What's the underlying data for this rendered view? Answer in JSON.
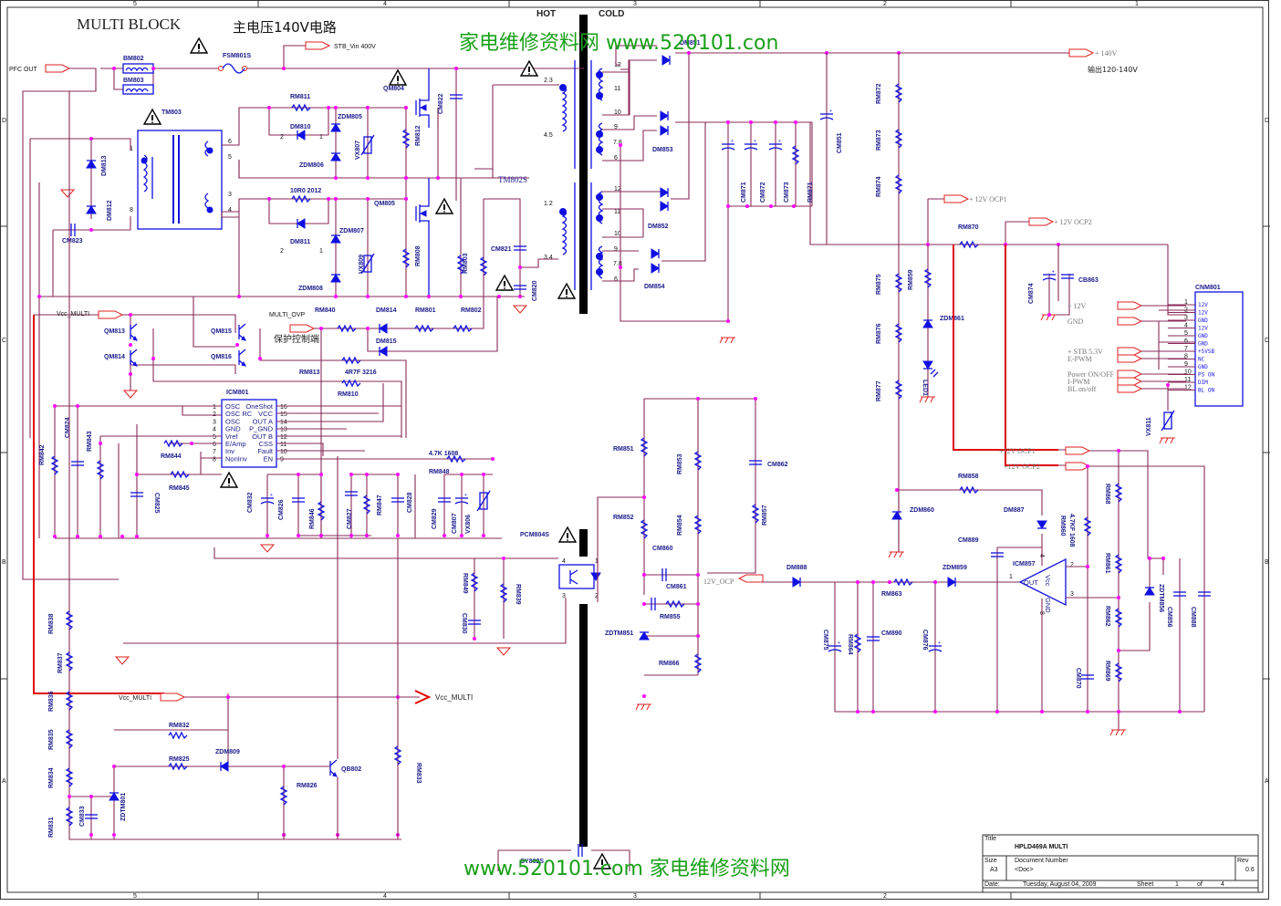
{
  "header": {
    "title": "MULTI BLOCK",
    "title_cn": "主电压140V电路",
    "hot_label": "HOT",
    "cold_label": "COLD"
  },
  "watermarks": {
    "top": "家电维修资料网    www.520101.con",
    "bottom": "www.520101.com  家电维修资料网"
  },
  "frame": {
    "col_markers": [
      "5",
      "4",
      "3",
      "2",
      "1"
    ],
    "row_markers": [
      "D",
      "C",
      "B",
      "A"
    ]
  },
  "nets": {
    "pfc_out": "PFC OUT",
    "stb_vin": "STB_Vin  400V",
    "plus140": "+ 140V",
    "output_range": "输出120-140V",
    "ocp1": "+ 12V OCP1",
    "ocp2": "+ 12V OCP2",
    "ocp1_in": "+12V OCP1",
    "ocp2_in": "+12V OCP2",
    "vcc_multi": "Vcc_MULTI",
    "vcc_multi_out": "Vcc_MULTI",
    "multi_ovp": "MULTI_OVP",
    "protect": "保护控制端",
    "ocp12": "12V_OCP"
  },
  "connector": {
    "ref": "CNM801",
    "inputs": [
      "+ 12V",
      "GND",
      "+ STB 5.3V",
      "E-PWM",
      "Power ON/OFF",
      "I-PWM",
      "BL on/off"
    ],
    "pins": [
      {
        "num": "1",
        "name": "12V"
      },
      {
        "num": "2",
        "name": "12V"
      },
      {
        "num": "3",
        "name": "GND"
      },
      {
        "num": "4",
        "name": "12V"
      },
      {
        "num": "5",
        "name": "GND"
      },
      {
        "num": "6",
        "name": "GND"
      },
      {
        "num": "7",
        "name": "+5VSB"
      },
      {
        "num": "8",
        "name": "NC"
      },
      {
        "num": "9",
        "name": "GND"
      },
      {
        "num": "10",
        "name": "PS ON"
      },
      {
        "num": "11",
        "name": "DIM"
      },
      {
        "num": "12",
        "name": "BL ON"
      }
    ]
  },
  "ic": {
    "ref": "ICM801",
    "left_pins": [
      {
        "num": "1",
        "name": "OSC"
      },
      {
        "num": "2",
        "name": "OSC RC"
      },
      {
        "num": "3",
        "name": "OSC"
      },
      {
        "num": "4",
        "name": "GND"
      },
      {
        "num": "5",
        "name": "Vref"
      },
      {
        "num": "6",
        "name": "E/Amp"
      },
      {
        "num": "7",
        "name": "Inv"
      },
      {
        "num": "8",
        "name": "NonInv"
      }
    ],
    "right_pins": [
      {
        "num": "16",
        "name": "OneShot"
      },
      {
        "num": "15",
        "name": "VCC"
      },
      {
        "num": "14",
        "name": "OUT A"
      },
      {
        "num": "13",
        "name": "P_GND"
      },
      {
        "num": "12",
        "name": "OUT B"
      },
      {
        "num": "11",
        "name": "CSS"
      },
      {
        "num": "10",
        "name": "Fault"
      },
      {
        "num": "9",
        "name": "EN"
      }
    ]
  },
  "opamp": {
    "ref": "ICM857",
    "out": "OUT",
    "vcc": "Vcc",
    "gnd": "GND",
    "pins": [
      "1",
      "2",
      "3",
      "4",
      "8"
    ]
  },
  "components": {
    "BM802": "BM802",
    "BM803": "BM803",
    "FSM801S": "FSM801S",
    "TM803": "TM803",
    "QM804": "QM804",
    "QM805": "QM805",
    "RM811": "RM811",
    "DM810": "DM810",
    "ZDM805": "ZDM805",
    "ZDM806": "ZDM806",
    "VX807": "VX807",
    "RM812": "RM812",
    "CM822": "CM822",
    "R10R0": "10R0 2012",
    "DM811": "DM811",
    "ZDM807": "ZDM807",
    "ZDM808": "ZDM808",
    "VX809": "VX809",
    "RM808": "RM808",
    "RM803": "RM803",
    "CM821": "CM821",
    "CM820": "CM820",
    "DM813": "DM813",
    "DM812": "DM812",
    "CM823": "CM823",
    "TM802S": "TM802S",
    "RM840": "RM840",
    "DM814": "DM814",
    "RM801": "RM801",
    "RM802": "RM802",
    "DM815": "DM815",
    "QM813": "QM813",
    "QM814": "QM814",
    "QM815": "QM815",
    "QM816": "QM816",
    "RM813": "RM813",
    "R4R7F": "4R7F 3216",
    "RM810": "RM810",
    "CM824": "CM824",
    "RM842": "RM842",
    "RM843": "RM843",
    "RM844": "RM844",
    "RM845": "RM845",
    "CM825": "CM825",
    "CM832": "CM832",
    "CM826": "CM826",
    "RM846": "RM846",
    "CM827": "CM827",
    "RM847": "RM847",
    "CM828": "CM828",
    "R47K": "4.7K 1608",
    "RM848": "RM848",
    "CM829": "CM829",
    "CM807": "CM807",
    "VX806": "VX806",
    "PCM804S": "PCM804S",
    "RM849": "RM849",
    "RM839": "RM839",
    "CM830": "CM830",
    "RM838": "RM838",
    "RM837": "RM837",
    "RM836": "RM836",
    "RM835": "RM835",
    "RM834": "RM834",
    "RM831": "RM831",
    "CM833": "CM833",
    "ZDTM801": "ZDTM801",
    "RM832": "RM832",
    "RM825": "RM825",
    "ZDM809": "ZDM809",
    "RM826": "RM826",
    "QB802": "QB802",
    "RM833": "RM833",
    "CY802S": "CY802S",
    "DM851": "DM851",
    "DM853": "DM853",
    "DM852": "DM852",
    "DM854": "DM854",
    "CM871": "CM871",
    "CM872": "CM872",
    "CM873": "CM873",
    "RM871": "RM871",
    "CM851": "CM851",
    "RM872": "RM872",
    "RM873": "RM873",
    "RM874": "RM874",
    "RM870": "RM870",
    "CM874": "CM874",
    "CB863": "CB863",
    "RM875": "RM875",
    "RM876": "RM876",
    "RM877": "RM877",
    "RM859": "RM859",
    "ZDM861": "ZDM861",
    "LED1": "LED1",
    "VX811": "VX811",
    "RM851": "RM851",
    "RM852": "RM852",
    "RM853": "RM853",
    "RM854": "RM854",
    "CM862": "CM862",
    "RM857": "RM857",
    "CM860": "CM860",
    "CM861": "CM861",
    "RM855": "RM855",
    "ZDTM851": "ZDTM851",
    "RM866": "RM866",
    "RM858": "RM858",
    "ZDM860": "ZDM860",
    "DM887": "DM887",
    "CM889": "CM889",
    "DM888": "DM888",
    "RM863": "RM863",
    "ZDM859": "ZDM859",
    "RM860": "RM860",
    "R47KF": "4.7KF 1608",
    "RM868": "RM868",
    "RM861": "RM861",
    "RM862": "RM862",
    "RM869": "RM869",
    "ZDTM856": "ZDTM856",
    "CM856": "CM856",
    "CM888": "CM888",
    "CM870": "CM870",
    "CM875": "CM875",
    "RM864": "RM864",
    "CM890": "CM890",
    "CM876": "CM876"
  },
  "transformer_pins": {
    "primary_top": [
      "2.3",
      "4.5"
    ],
    "primary_bot": [
      "1.2",
      "3.4"
    ],
    "sec_top": [
      "12",
      "11",
      "10",
      "9",
      "7.8",
      "6"
    ],
    "sec_bot": [
      "12",
      "11",
      "10",
      "9",
      "7.8",
      "6"
    ],
    "tm803": [
      "1",
      "8",
      "6",
      "5",
      "3",
      "4"
    ]
  },
  "title_block": {
    "title_label": "Title",
    "title": "HPLD469A MULTI",
    "size_label": "Size",
    "size": "A3",
    "docnum_label": "Document Number",
    "docnum": "<Doc>",
    "rev_label": "Rev",
    "rev": "0.6",
    "date_label": "Date:",
    "date": "Tuesday, August 04, 2009",
    "sheet_label": "Sheet",
    "sheet": "1",
    "of_label": "of",
    "total": "4"
  }
}
